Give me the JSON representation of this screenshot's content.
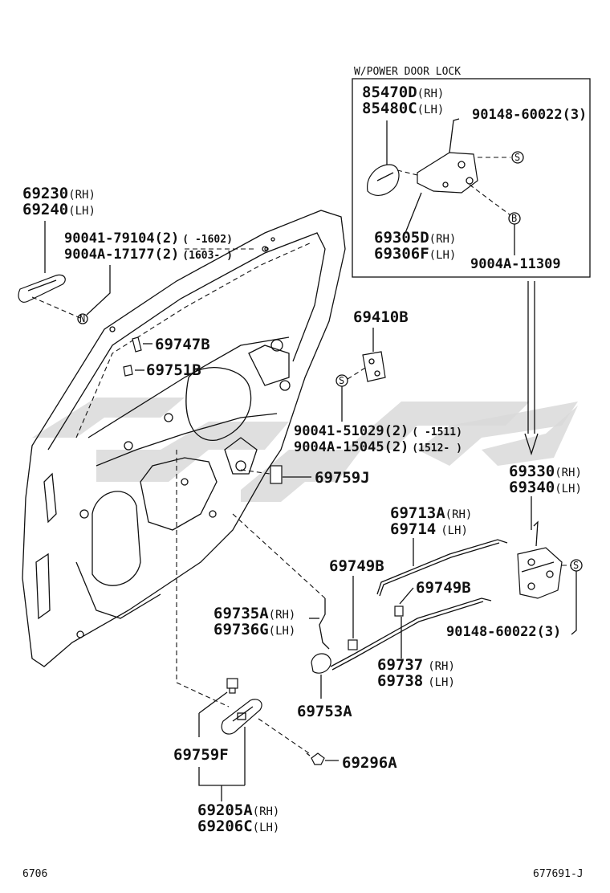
{
  "header": {
    "option_note": "W/POWER DOOR LOCK"
  },
  "parts": {
    "p69230": {
      "num": "69230",
      "sfx": "(RH)"
    },
    "p69240": {
      "num": "69240",
      "sfx": "(LH)"
    },
    "p90041_79104": {
      "num": "90041-79104(2)",
      "sfx": "( -1602)"
    },
    "p9004A_17177": {
      "num": "9004A-17177(2)",
      "sfx": "(1603- )"
    },
    "p85470D": {
      "num": "85470D",
      "sfx": "(RH)"
    },
    "p85480C": {
      "num": "85480C",
      "sfx": "(LH)"
    },
    "p90148_top": {
      "num": "90148-60022(3)"
    },
    "p69305D": {
      "num": "69305D",
      "sfx": "(RH)"
    },
    "p69306F": {
      "num": "69306F",
      "sfx": "(LH)"
    },
    "p9004A_11309": {
      "num": "9004A-11309"
    },
    "p69410B": {
      "num": "69410B"
    },
    "p69747B": {
      "num": "69747B"
    },
    "p69751B": {
      "num": "69751B"
    },
    "p90041_51029": {
      "num": "90041-51029(2)",
      "sfx": "( -1511)"
    },
    "p9004A_15045": {
      "num": "9004A-15045(2)",
      "sfx": "(1512- )"
    },
    "p69759J": {
      "num": "69759J"
    },
    "p69330": {
      "num": "69330",
      "sfx": "(RH)"
    },
    "p69340": {
      "num": "69340",
      "sfx": "(LH)"
    },
    "p69713A": {
      "num": "69713A",
      "sfx": "(RH)"
    },
    "p69714": {
      "num": "69714",
      "sfx": "(LH)"
    },
    "p69749B_a": {
      "num": "69749B"
    },
    "p69749B_b": {
      "num": "69749B"
    },
    "p69735A": {
      "num": "69735A",
      "sfx": "(RH)"
    },
    "p69736G": {
      "num": "69736G",
      "sfx": "(LH)"
    },
    "p90148_bottom": {
      "num": "90148-60022(3)"
    },
    "p69737": {
      "num": "69737",
      "sfx": "(RH)"
    },
    "p69738": {
      "num": "69738",
      "sfx": "(LH)"
    },
    "p69753A": {
      "num": "69753A"
    },
    "p69759F": {
      "num": "69759F"
    },
    "p69296A": {
      "num": "69296A"
    },
    "p69205A": {
      "num": "69205A",
      "sfx": "(RH)"
    },
    "p69206C": {
      "num": "69206C",
      "sfx": "(LH)"
    }
  },
  "markers": {
    "S": "S",
    "B": "B",
    "N": "N"
  },
  "footer": {
    "figure_number": "6706",
    "drawing_code": "677691-J"
  }
}
